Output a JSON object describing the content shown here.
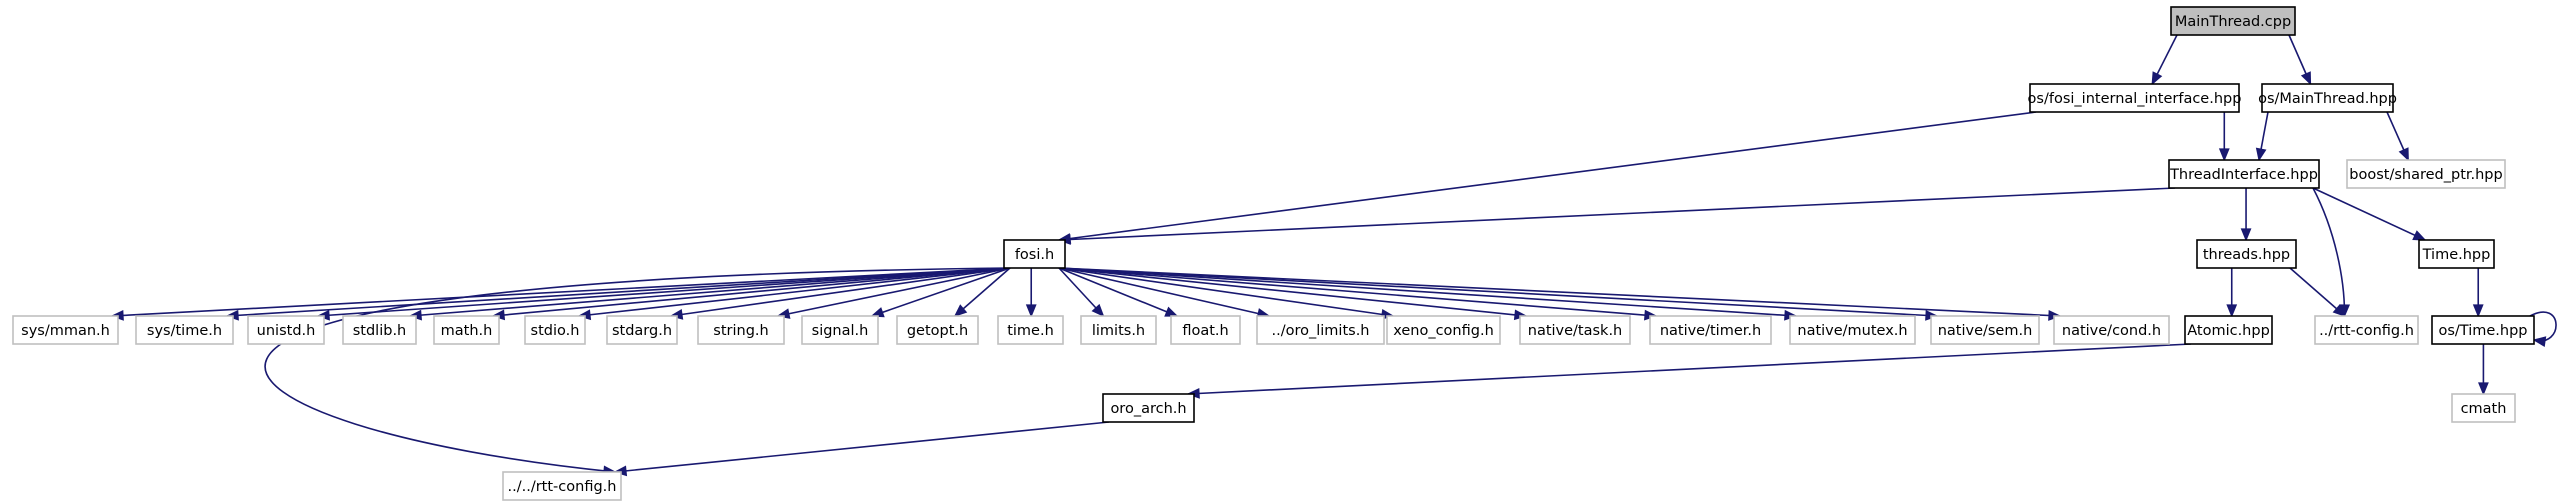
{
  "diagram": {
    "kind": "include-dependency-graph",
    "colors": {
      "edge": "#191970",
      "root_fill": "#bfbfbf",
      "documented_border": "#000000",
      "undocumented_border": "#bfbfbf",
      "text": "#000000"
    },
    "nodes": [
      {
        "id": "main",
        "label": "MainThread.cpp",
        "style": "root"
      },
      {
        "id": "fosi_iface",
        "label": "os/fosi_internal_interface.hpp",
        "style": "documented"
      },
      {
        "id": "mainthread_hpp",
        "label": "os/MainThread.hpp",
        "style": "documented"
      },
      {
        "id": "threadiface",
        "label": "ThreadInterface.hpp",
        "style": "documented"
      },
      {
        "id": "boost_sp",
        "label": "boost/shared_ptr.hpp",
        "style": "external"
      },
      {
        "id": "fosi",
        "label": "fosi.h",
        "style": "documented"
      },
      {
        "id": "threads",
        "label": "threads.hpp",
        "style": "documented"
      },
      {
        "id": "time_hpp",
        "label": "Time.hpp",
        "style": "documented"
      },
      {
        "id": "sys_mman",
        "label": "sys/mman.h",
        "style": "external"
      },
      {
        "id": "sys_time",
        "label": "sys/time.h",
        "style": "external"
      },
      {
        "id": "unistd",
        "label": "unistd.h",
        "style": "external"
      },
      {
        "id": "stdlib",
        "label": "stdlib.h",
        "style": "external"
      },
      {
        "id": "math",
        "label": "math.h",
        "style": "external"
      },
      {
        "id": "stdio",
        "label": "stdio.h",
        "style": "external"
      },
      {
        "id": "stdarg",
        "label": "stdarg.h",
        "style": "external"
      },
      {
        "id": "string",
        "label": "string.h",
        "style": "external"
      },
      {
        "id": "signal",
        "label": "signal.h",
        "style": "external"
      },
      {
        "id": "getopt",
        "label": "getopt.h",
        "style": "external"
      },
      {
        "id": "time_h",
        "label": "time.h",
        "style": "external"
      },
      {
        "id": "limits",
        "label": "limits.h",
        "style": "external"
      },
      {
        "id": "float",
        "label": "float.h",
        "style": "external"
      },
      {
        "id": "oro_limits",
        "label": "../oro_limits.h",
        "style": "external"
      },
      {
        "id": "xeno_config",
        "label": "xeno_config.h",
        "style": "external"
      },
      {
        "id": "native_task",
        "label": "native/task.h",
        "style": "external"
      },
      {
        "id": "native_timer",
        "label": "native/timer.h",
        "style": "external"
      },
      {
        "id": "native_mutex",
        "label": "native/mutex.h",
        "style": "external"
      },
      {
        "id": "native_sem",
        "label": "native/sem.h",
        "style": "external"
      },
      {
        "id": "native_cond",
        "label": "native/cond.h",
        "style": "external"
      },
      {
        "id": "atomic",
        "label": "Atomic.hpp",
        "style": "documented"
      },
      {
        "id": "rtt_config",
        "label": "../rtt-config.h",
        "style": "external"
      },
      {
        "id": "os_time",
        "label": "os/Time.hpp",
        "style": "documented"
      },
      {
        "id": "oro_arch",
        "label": "oro_arch.h",
        "style": "documented"
      },
      {
        "id": "cmath",
        "label": "cmath",
        "style": "external"
      },
      {
        "id": "rtt_config2",
        "label": "../../rtt-config.h",
        "style": "external"
      }
    ],
    "edges": [
      {
        "from": "main",
        "to": "fosi_iface"
      },
      {
        "from": "main",
        "to": "mainthread_hpp"
      },
      {
        "from": "fosi_iface",
        "to": "threadiface"
      },
      {
        "from": "fosi_iface",
        "to": "fosi"
      },
      {
        "from": "mainthread_hpp",
        "to": "threadiface"
      },
      {
        "from": "mainthread_hpp",
        "to": "boost_sp"
      },
      {
        "from": "threadiface",
        "to": "fosi"
      },
      {
        "from": "threadiface",
        "to": "threads"
      },
      {
        "from": "threadiface",
        "to": "rtt_config"
      },
      {
        "from": "threadiface",
        "to": "time_hpp"
      },
      {
        "from": "fosi",
        "to": "sys_mman"
      },
      {
        "from": "fosi",
        "to": "sys_time"
      },
      {
        "from": "fosi",
        "to": "unistd"
      },
      {
        "from": "fosi",
        "to": "stdlib"
      },
      {
        "from": "fosi",
        "to": "math"
      },
      {
        "from": "fosi",
        "to": "stdio"
      },
      {
        "from": "fosi",
        "to": "stdarg"
      },
      {
        "from": "fosi",
        "to": "string"
      },
      {
        "from": "fosi",
        "to": "signal"
      },
      {
        "from": "fosi",
        "to": "getopt"
      },
      {
        "from": "fosi",
        "to": "time_h"
      },
      {
        "from": "fosi",
        "to": "limits"
      },
      {
        "from": "fosi",
        "to": "float"
      },
      {
        "from": "fosi",
        "to": "oro_limits"
      },
      {
        "from": "fosi",
        "to": "xeno_config"
      },
      {
        "from": "fosi",
        "to": "native_task"
      },
      {
        "from": "fosi",
        "to": "native_timer"
      },
      {
        "from": "fosi",
        "to": "native_mutex"
      },
      {
        "from": "fosi",
        "to": "native_sem"
      },
      {
        "from": "fosi",
        "to": "native_cond"
      },
      {
        "from": "fosi",
        "to": "rtt_config2"
      },
      {
        "from": "threads",
        "to": "atomic"
      },
      {
        "from": "threads",
        "to": "rtt_config"
      },
      {
        "from": "atomic",
        "to": "oro_arch"
      },
      {
        "from": "oro_arch",
        "to": "rtt_config2"
      },
      {
        "from": "time_hpp",
        "to": "os_time"
      },
      {
        "from": "os_time",
        "to": "cmath"
      },
      {
        "from": "os_time",
        "to": "os_time"
      }
    ]
  }
}
